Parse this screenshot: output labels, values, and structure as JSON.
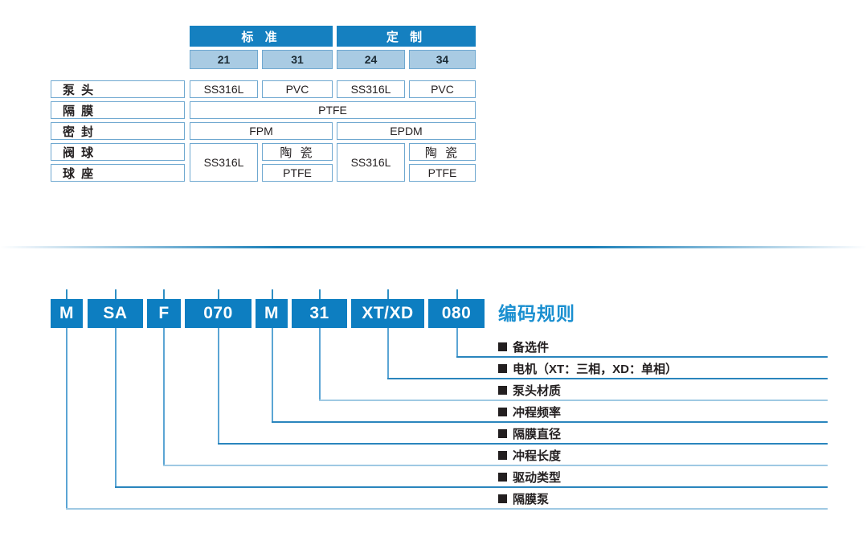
{
  "material_table": {
    "column_groups": [
      {
        "label": "标 准",
        "codes": [
          "21",
          "31"
        ]
      },
      {
        "label": "定 制",
        "codes": [
          "24",
          "34"
        ]
      }
    ],
    "rows": [
      {
        "label": "泵 头",
        "cells": [
          "SS316L",
          "PVC",
          "SS316L",
          "PVC"
        ]
      },
      {
        "label": "隔 膜",
        "cells": [
          "PTFE"
        ]
      },
      {
        "label": "密 封",
        "cells": [
          "FPM",
          "EPDM"
        ]
      },
      {
        "label": "阀 球",
        "cells": [
          "SS316L",
          "陶 瓷",
          "SS316L",
          "陶 瓷"
        ]
      },
      {
        "label": "球 座",
        "cells": [
          "PTFE",
          "PTFE"
        ]
      }
    ],
    "values": {
      "r0c0": "SS316L",
      "r0c1": "PVC",
      "r0c2": "SS316L",
      "r0c3": "PVC",
      "diaphragm_all": "PTFE",
      "seal_std": "FPM",
      "seal_custom": "EPDM",
      "ball_std_ss": "SS316L",
      "ball_std_ceramic": "陶 瓷",
      "ball_cus_ss": "SS316L",
      "ball_cus_ceramic": "陶 瓷",
      "seat_std_ptfe": "PTFE",
      "seat_cus_ptfe": "PTFE"
    }
  },
  "coding": {
    "title": "编码规则",
    "segments": [
      {
        "code": "M",
        "label": "■ 隔膜泵"
      },
      {
        "code": "SA",
        "label": "■ 驱动类型"
      },
      {
        "code": "F",
        "label": "■ 冲程长度"
      },
      {
        "code": "070",
        "label": "■ 隔膜直径"
      },
      {
        "code": "M",
        "label": "■ 冲程频率"
      },
      {
        "code": "31",
        "label": "■ 泵头材质"
      },
      {
        "code": "XT/XD",
        "label": "■ 电机（XT：三相，XD：单相）"
      },
      {
        "code": "080",
        "label": "■ 备选件"
      }
    ],
    "codes": {
      "c0": "M",
      "c1": "SA",
      "c2": "F",
      "c3": "070",
      "c4": "M",
      "c5": "31",
      "c6": "XT/XD",
      "c7": "080"
    },
    "labels": {
      "l0": "备选件",
      "l1": "电机（XT：三相，XD：单相）",
      "l2": "泵头材质",
      "l3": "冲程频率",
      "l4": "隔膜直径",
      "l5": "冲程长度",
      "l6": "驱动类型",
      "l7": "隔膜泵"
    }
  },
  "colors": {
    "brand_blue": "#0d7ec1",
    "header_blue": "#1580c0",
    "subheader_blue": "#a9cbe3",
    "cell_border": "#6fa8d0",
    "leader_line": "#5ba5d4",
    "title_blue": "#1a8fd0",
    "text_dark": "#231f20"
  }
}
